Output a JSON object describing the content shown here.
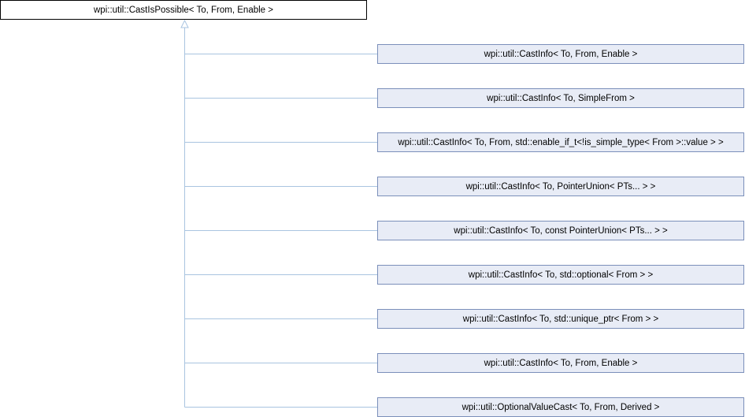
{
  "diagram": {
    "root": {
      "label": "wpi::util::CastIsPossible< To, From, Enable >"
    },
    "children": [
      {
        "label": "wpi::util::CastInfo< To, From, Enable >"
      },
      {
        "label": "wpi::util::CastInfo< To, SimpleFrom >"
      },
      {
        "label": "wpi::util::CastInfo< To, From, std::enable_if_t<!is_simple_type< From >::value > >"
      },
      {
        "label": "wpi::util::CastInfo< To, PointerUnion< PTs... > >"
      },
      {
        "label": "wpi::util::CastInfo< To, const PointerUnion< PTs... > >"
      },
      {
        "label": "wpi::util::CastInfo< To, std::optional< From > >"
      },
      {
        "label": "wpi::util::CastInfo< To, std::unique_ptr< From > >"
      },
      {
        "label": "wpi::util::CastInfo< To, From, Enable >"
      },
      {
        "label": "wpi::util::OptionalValueCast< To, From, Derived >"
      }
    ],
    "colors": {
      "edge": "#a9c4e0",
      "child_fill": "#e8ecf6",
      "child_border": "#7b8fba",
      "root_border": "#000000"
    }
  }
}
